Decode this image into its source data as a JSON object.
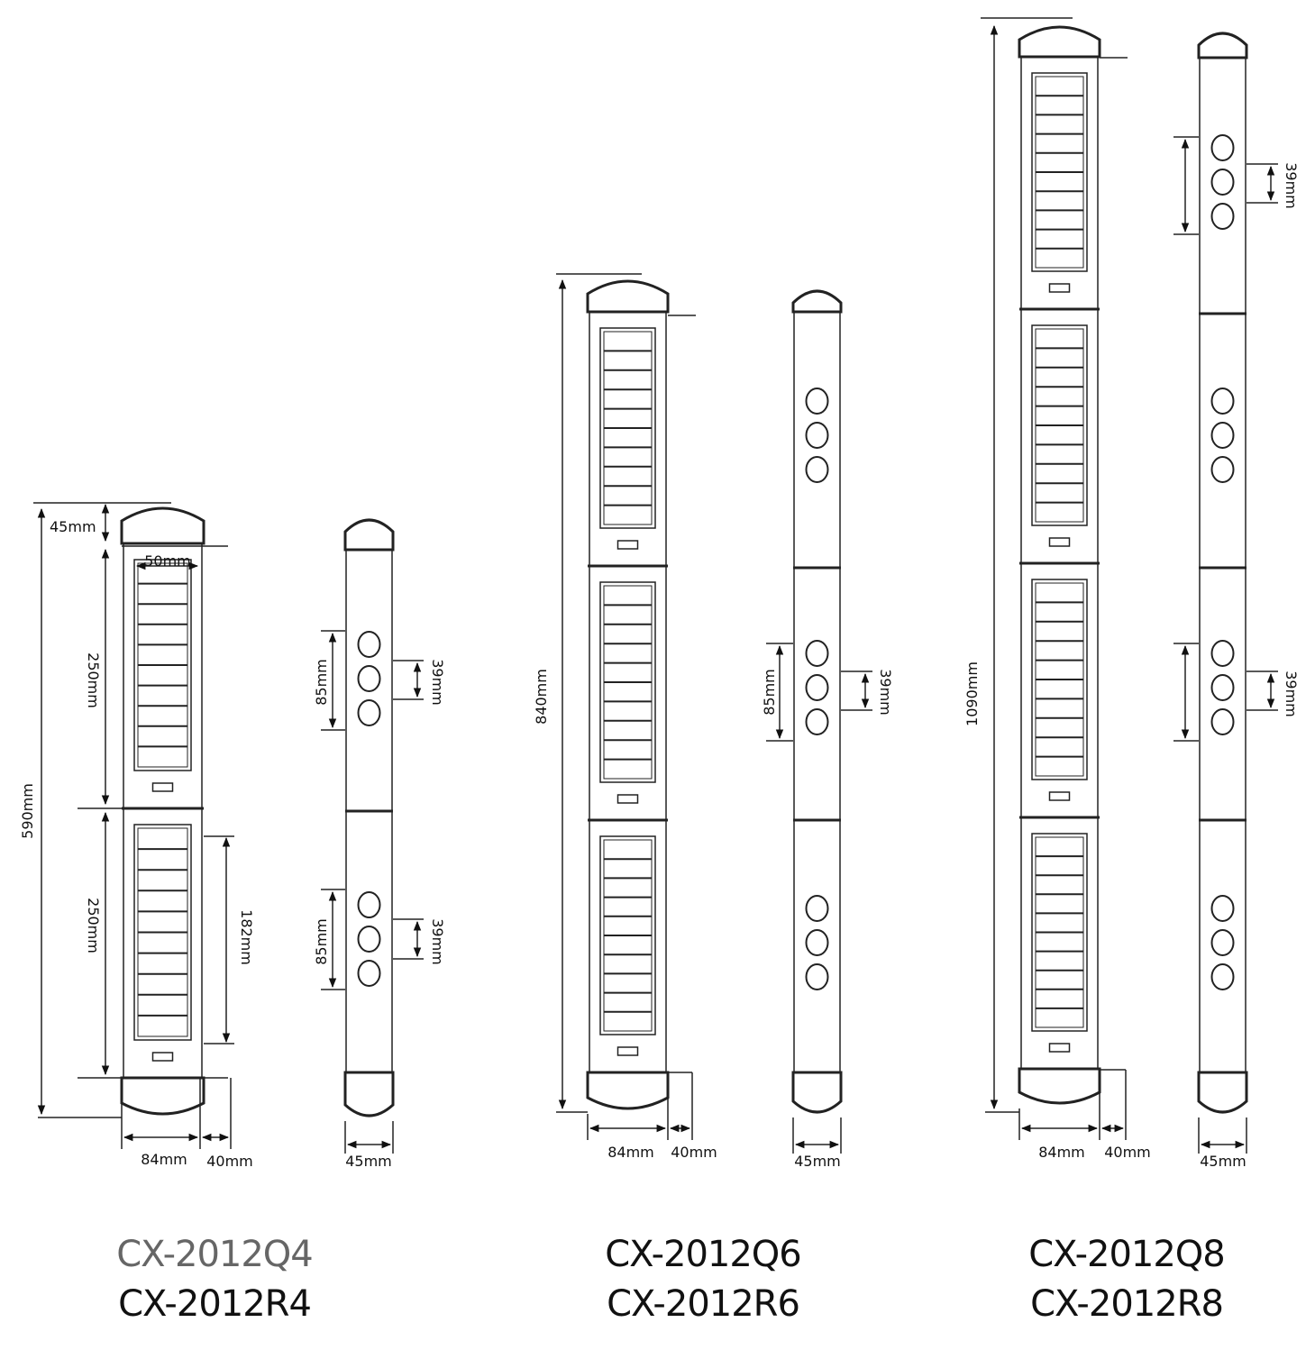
{
  "models": [
    {
      "q_model": "CX-2012Q4",
      "r_model": "CX-2012R4",
      "overall_height": "590mm",
      "top_cap": "45mm",
      "window_width": "50mm",
      "section_height_1": "250mm",
      "section_height_2": "250mm",
      "window_height": "182mm",
      "body_width": "84mm",
      "bracket_width": "40mm",
      "post_width": "45mm",
      "lens_group_span": "85mm",
      "lens_pitch": "39mm"
    },
    {
      "q_model": "CX-2012Q6",
      "r_model": "CX-2012R6",
      "overall_height": "840mm",
      "body_width": "84mm",
      "bracket_width": "40mm",
      "post_width": "45mm",
      "lens_group_span": "85mm",
      "lens_pitch": "39mm"
    },
    {
      "q_model": "CX-2012Q8",
      "r_model": "CX-2012R8",
      "overall_height": "1090mm",
      "body_width": "84mm",
      "bracket_width": "40mm",
      "post_width": "45mm",
      "lens_pitch": "39mm"
    }
  ],
  "colors": {
    "line": "#222222",
    "text": "#111111",
    "q4_label": "#666666"
  }
}
